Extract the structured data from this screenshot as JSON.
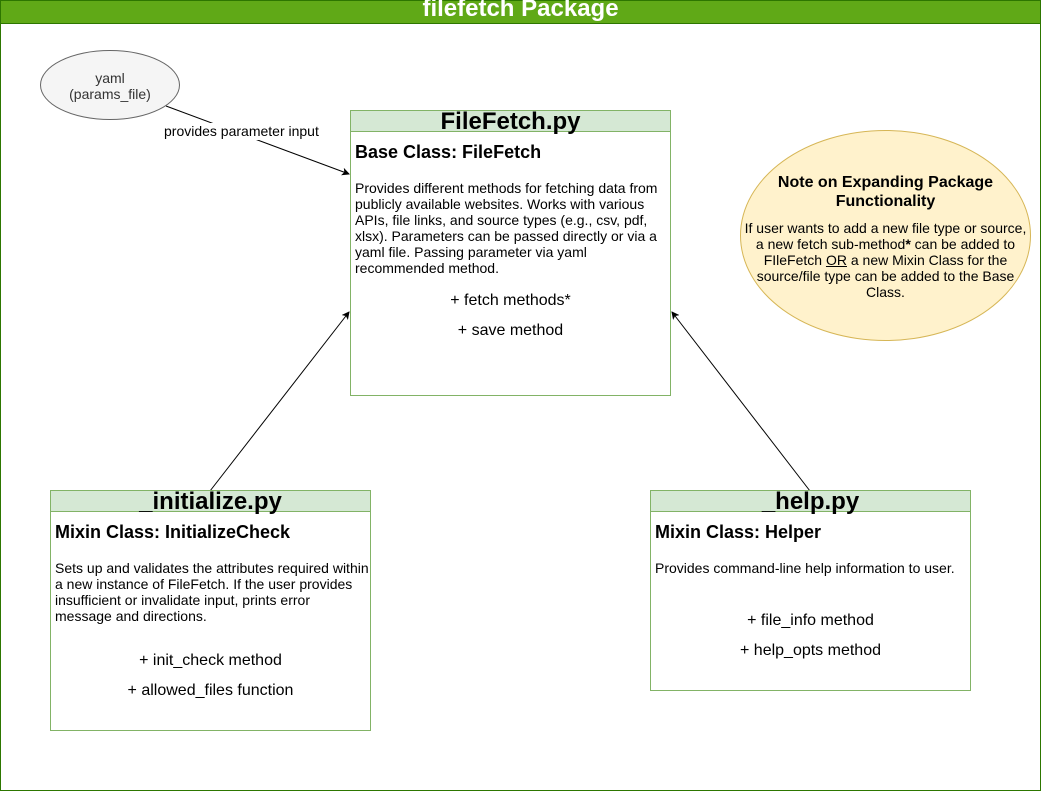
{
  "title": "filefetch Package",
  "params_node": {
    "line1": "yaml",
    "line2": "(params_file)"
  },
  "edge_label": "provides parameter input",
  "filefetch_box": {
    "header": "FileFetch.py",
    "class_name": "Base Class: FileFetch",
    "description": "Provides different methods for fetching data from publicly available websites. Works with various APIs, file links, and source types (e.g., csv, pdf, xlsx). Parameters can be passed directly or via a yaml file. Passing parameter via yaml recommended method.",
    "methods": [
      "+ fetch methods*",
      "+ save method"
    ]
  },
  "initialize_box": {
    "header": "_initialize.py",
    "class_name": "Mixin Class: InitializeCheck",
    "description": "Sets up and validates the attributes required within a new instance of FileFetch. If the user provides insufficient or invalidate input, prints error message and directions.",
    "methods": [
      "+ init_check method",
      "+ allowed_files function"
    ]
  },
  "help_box": {
    "header": "_help.py",
    "class_name": "Mixin Class: Helper",
    "description": "Provides command-line help information to user.",
    "methods": [
      "+ file_info method",
      "+ help_opts method"
    ]
  },
  "note": {
    "title": "Note on Expanding Package Functionality",
    "body_part1": "If user wants to add a new file type or source, a new fetch sub-method",
    "body_star": "*",
    "body_part2": " can be added to FIleFetch ",
    "body_or": "OR",
    "body_part3": " a new Mixin Class for the source/file type can be added to the Base Class."
  },
  "colors": {
    "title_fill": "#60a917",
    "title_stroke": "#2d7600",
    "header_fill": "#d5e8d4",
    "box_stroke": "#82b366",
    "note_fill": "#fff2cc",
    "note_stroke": "#d6b656",
    "ellipse_fill": "#f5f5f5",
    "ellipse_stroke": "#666666"
  }
}
